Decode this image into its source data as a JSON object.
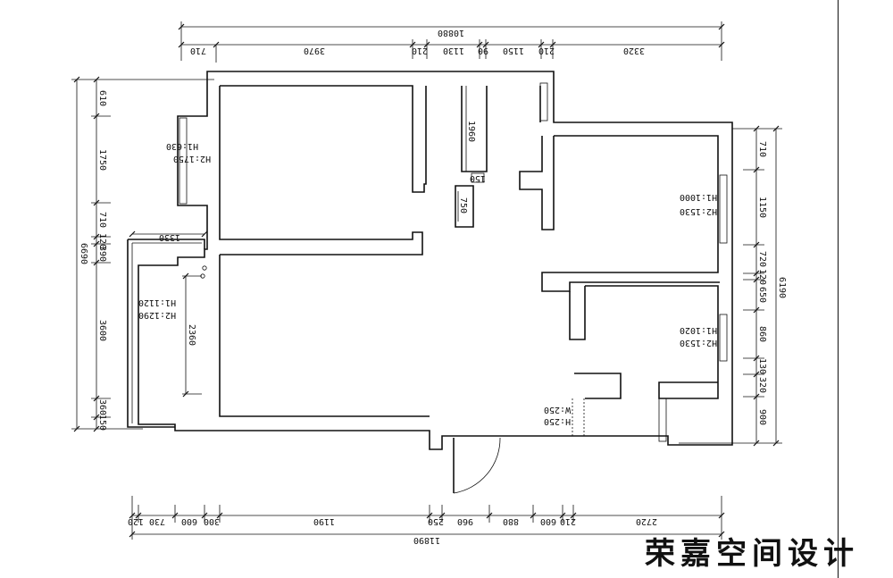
{
  "plan": {
    "brand": "荣嘉空间设计",
    "top_total": "10880",
    "top_segments": [
      "710",
      "3970",
      "210",
      "1130",
      "90",
      "1150",
      "210",
      "3320"
    ],
    "bottom_total": "11890",
    "bottom_segments": [
      "120",
      "730",
      "600",
      "300",
      "1190",
      "250",
      "960",
      "880",
      "600",
      "210",
      "2720"
    ],
    "left_total": "6690",
    "left_segments": [
      "610",
      "1750",
      "710",
      "120",
      "390",
      "3600",
      "360",
      "150"
    ],
    "right_total": "6190",
    "right_segments": [
      "710",
      "1150",
      "720",
      "120",
      "650",
      "860",
      "130",
      "320",
      "900"
    ],
    "inner_dims": {
      "bay_width": "1330",
      "bay_depth": "2360",
      "closet_height": "1960",
      "closet_stub": "150",
      "opening": "750"
    },
    "window_notes": {
      "bedroom1": [
        "H2:1750",
        "H1:630"
      ],
      "bedroom2": [
        "H1:1000",
        "H2:1530"
      ],
      "bedroom3": [
        "H1:1020",
        "H2:1530"
      ],
      "bay": [
        "H2:1290",
        "H1:1120"
      ],
      "entry": [
        "H:250",
        "W:250"
      ]
    }
  }
}
